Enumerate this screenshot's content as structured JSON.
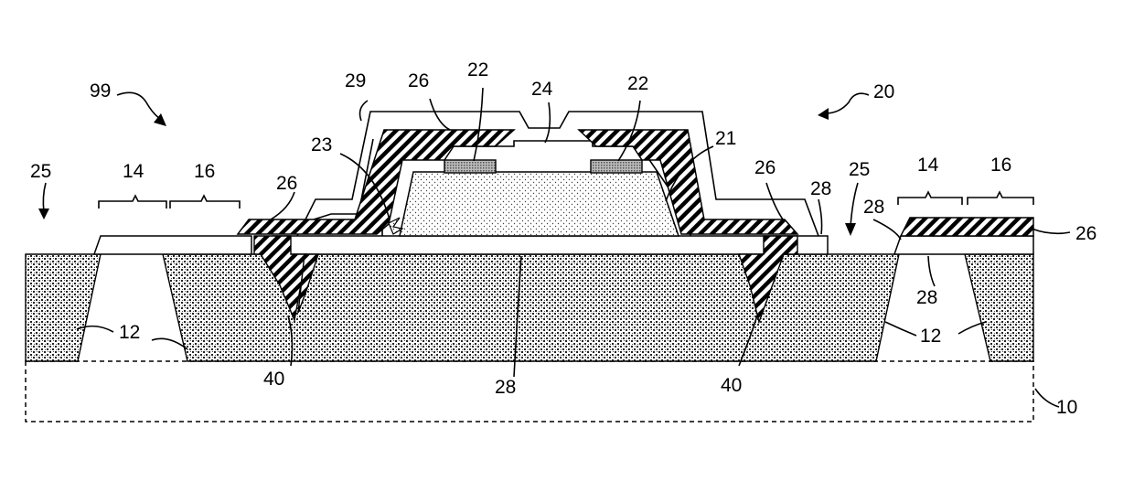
{
  "labels": {
    "l99": "99",
    "l29": "29",
    "l26_top": "26",
    "l22_left": "22",
    "l24": "24",
    "l22_right": "22",
    "l20": "20",
    "l23": "23",
    "l21": "21",
    "l26_left": "26",
    "l26_right": "26",
    "l28_mid": "28",
    "l25_left": "25",
    "l14_left": "14",
    "l16_left": "16",
    "l25_right": "25",
    "l14_right": "14",
    "l16_right": "16",
    "l28_right_upper": "28",
    "l26_far_right": "26",
    "l28_right_lower": "28",
    "l12_left": "12",
    "l12_right": "12",
    "l40_left": "40",
    "l28_bottom": "28",
    "l40_right": "40",
    "l10": "10"
  },
  "colors": {
    "line": "#000000",
    "stipple": "#333333",
    "contact_fill": "#9a9a9a"
  }
}
